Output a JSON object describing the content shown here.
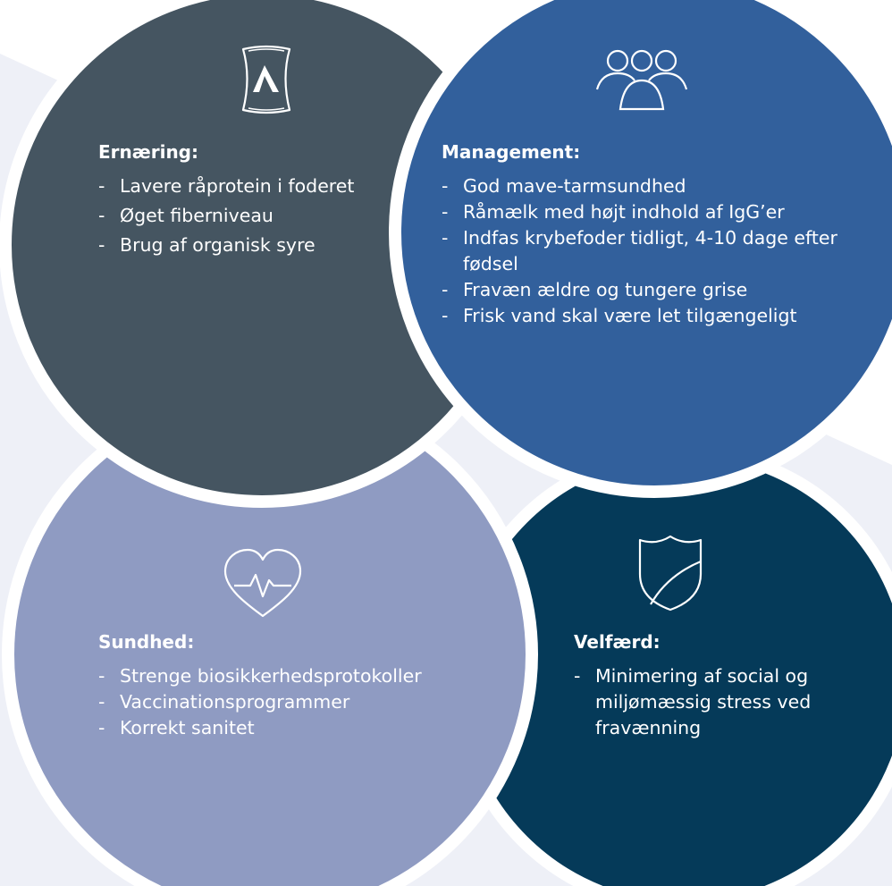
{
  "colors": {
    "background_shape": "#eef0f7",
    "ernaering": "#455561",
    "management": "#32609c",
    "sundhed": "#8f9bc2",
    "velfaerd": "#053a59",
    "divider": "#ffffff"
  },
  "icons": {
    "ernaering": "feed-sack-icon",
    "management": "group-of-people-icon",
    "sundhed": "heart-pulse-icon",
    "velfaerd": "shield-icon"
  },
  "ernaering": {
    "title": "Ernæring:",
    "items": [
      "Lavere råprotein i foderet",
      "Øget fiberniveau",
      "Brug af organisk syre"
    ]
  },
  "management": {
    "title": "Management:",
    "items": [
      "God mave-tarmsundhed",
      "Råmælk med højt indhold af IgG’er",
      "Indfas krybefoder tidligt, 4-10 dage efter fødsel",
      "Fravæn ældre og tungere grise",
      "Frisk vand skal være let tilgængeligt"
    ]
  },
  "sundhed": {
    "title": "Sundhed:",
    "items": [
      "Strenge biosikkerhedsprotokoller",
      "Vaccinationsprogrammer",
      "Korrekt sanitet"
    ]
  },
  "velfaerd": {
    "title": "Velfærd:",
    "items": [
      "Minimering af social og miljømæssig stress ved fravænning"
    ]
  }
}
